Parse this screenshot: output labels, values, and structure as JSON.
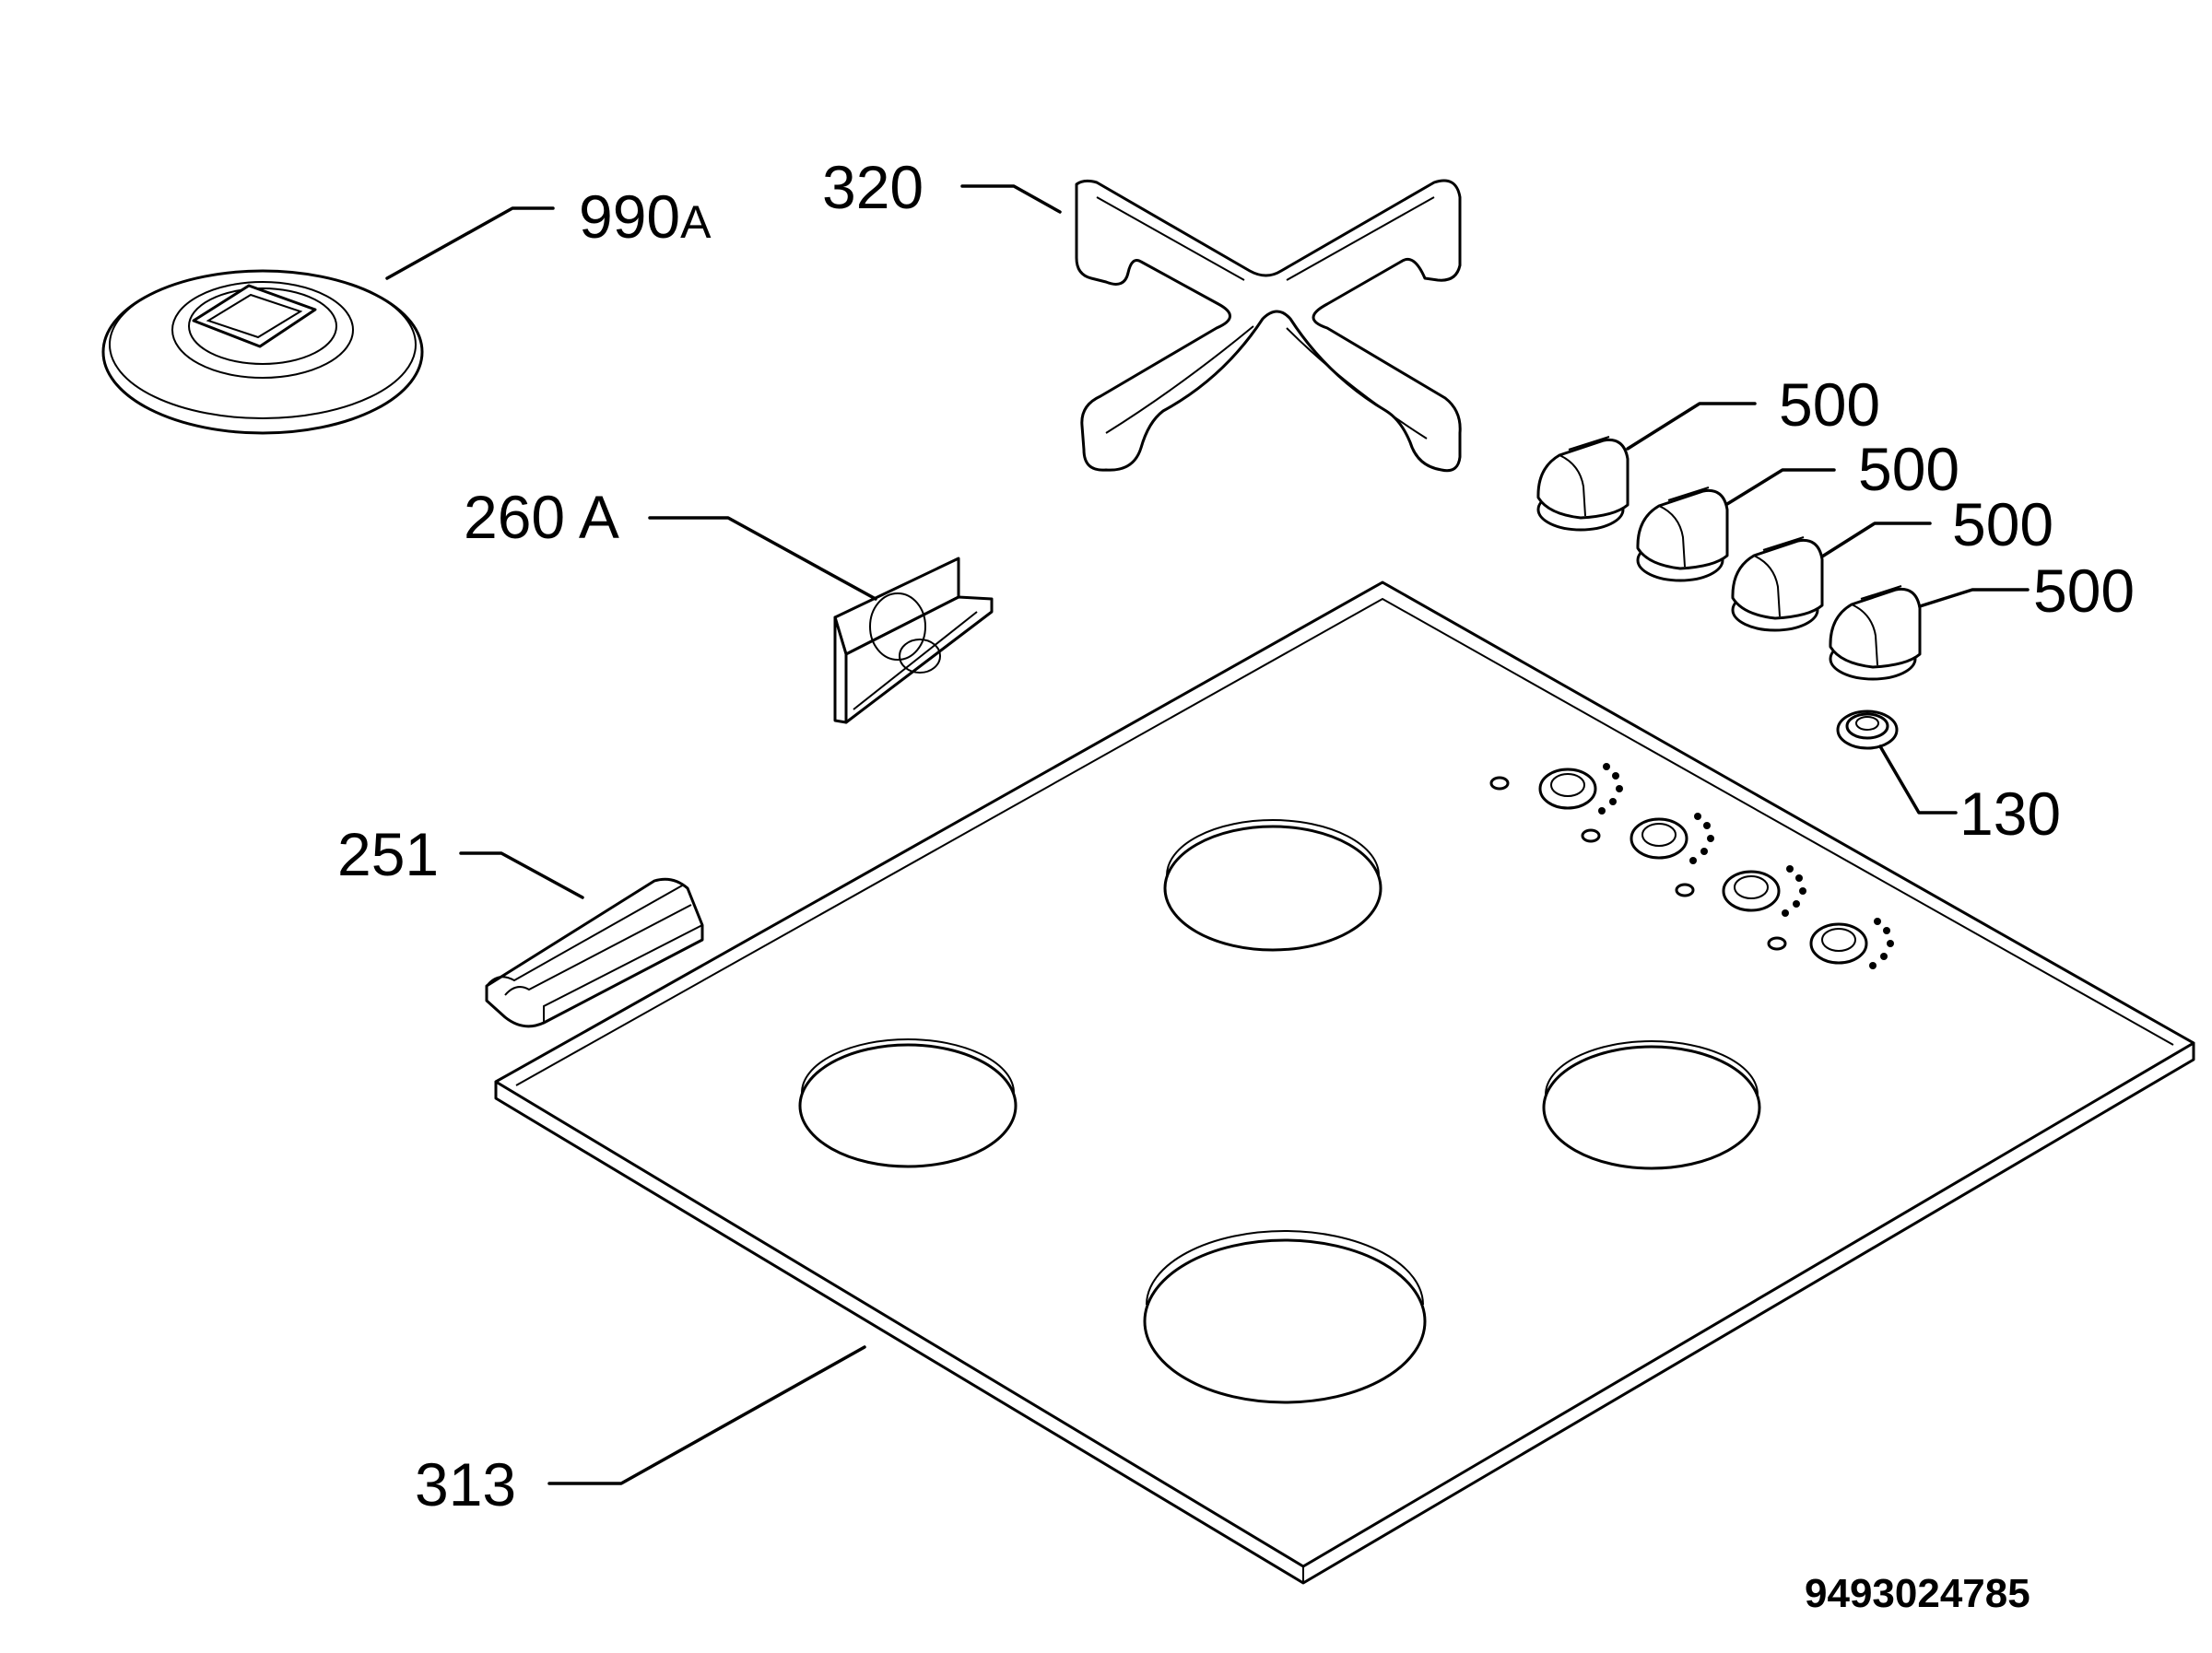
{
  "labels": {
    "cover": "990",
    "cover_suffix": "A",
    "pan_support": "320",
    "knob_1": "500",
    "knob_2": "500",
    "knob_3": "500",
    "knob_4": "500",
    "bracket": "260 A",
    "seal": "130",
    "clip": "251",
    "hob_top": "313"
  },
  "drawing_code": "9493024785"
}
